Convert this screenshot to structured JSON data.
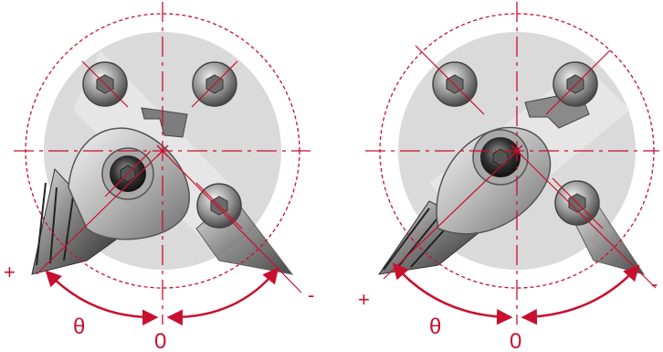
{
  "colors": {
    "accent_red": "#c8102e",
    "disc": "#d7d7d7",
    "disc_light": "#e6e6e6",
    "metal_dark": "#3a3a3a",
    "metal_mid": "#8c8c8c",
    "metal_light": "#cfcfcf",
    "shadow": "#bdbdbd"
  },
  "diagrams": [
    {
      "plus_label": "+",
      "minus_label": "-",
      "theta_label": "θ",
      "zero_label": "0"
    },
    {
      "plus_label": "+",
      "minus_label": "-",
      "theta_label": "θ",
      "zero_label": "0"
    }
  ]
}
